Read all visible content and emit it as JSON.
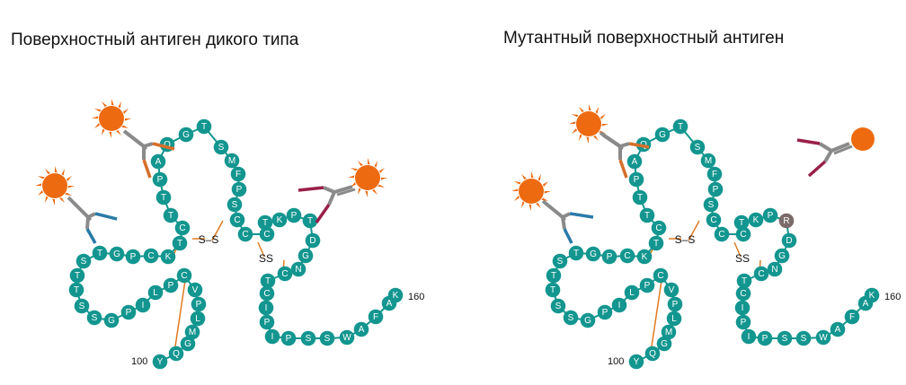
{
  "titles": {
    "wild_type": "Поверхностный антиген дикого типа",
    "mutant": "Мутантный поверхностный антиген"
  },
  "labels": {
    "start_number": "100",
    "end_number": "160",
    "disulfide": "S–S",
    "disulfide_compact": "SS"
  },
  "colors": {
    "residue": "#13968f",
    "mutated_residue": "#7b6a6a",
    "sun": "#ee6a10",
    "bond": "#e07a20",
    "antibody_body": "#8a8a8a",
    "antibody_orange": "#d5702a",
    "antibody_blue": "#2a7aa8",
    "antibody_maroon": "#9a1f4a"
  },
  "sequence_wild_type": [
    "Y",
    "Q",
    "G",
    "M",
    "L",
    "P",
    "V",
    "C",
    "P",
    "L",
    "I",
    "P",
    "G",
    "S",
    "S",
    "T",
    "T",
    "S",
    "T",
    "G",
    "P",
    "C",
    "K",
    "T",
    "C",
    "T",
    "T",
    "P",
    "A",
    "Q",
    "G",
    "T",
    "S",
    "M",
    "F",
    "P",
    "S",
    "C",
    "C",
    "C",
    "T",
    "K",
    "P",
    "T",
    "D",
    "G",
    "N",
    "C",
    "T",
    "C",
    "I",
    "P",
    "I",
    "P",
    "S",
    "S",
    "W",
    "A",
    "F",
    "A",
    "K"
  ],
  "sequence_mutant": [
    "Y",
    "Q",
    "G",
    "M",
    "L",
    "P",
    "V",
    "C",
    "P",
    "L",
    "I",
    "P",
    "G",
    "S",
    "S",
    "T",
    "T",
    "S",
    "T",
    "G",
    "P",
    "C",
    "K",
    "T",
    "C",
    "T",
    "T",
    "P",
    "A",
    "Q",
    "G",
    "T",
    "S",
    "M",
    "F",
    "P",
    "S",
    "C",
    "C",
    "C",
    "T",
    "K",
    "P",
    "R",
    "D",
    "G",
    "N",
    "C",
    "T",
    "C",
    "I",
    "P",
    "I",
    "P",
    "S",
    "S",
    "W",
    "A",
    "F",
    "A",
    "K"
  ],
  "mutation": {
    "position_index": 43,
    "wild_type": "T",
    "mutant": "R"
  },
  "icons": [
    "antibody-icon",
    "sun-label-icon"
  ]
}
